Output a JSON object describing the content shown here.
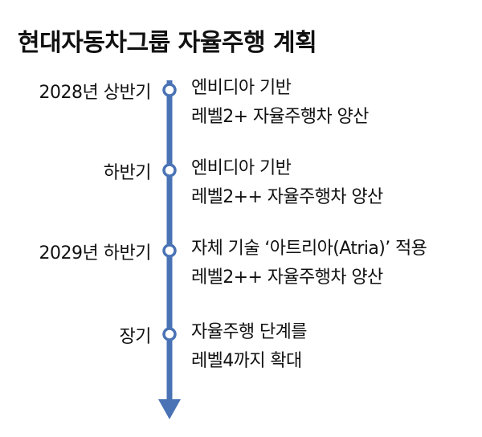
{
  "title": "현대자동차그룹 자율주행 계획",
  "colors": {
    "line": "#4a73b5",
    "dot_fill": "#ffffff",
    "text": "#111111"
  },
  "milestones": [
    {
      "when": "2028년 상반기",
      "lines": [
        "엔비디아 기반",
        "레벨2+ 자율주행차 양산"
      ]
    },
    {
      "when": "하반기",
      "lines": [
        "엔비디아 기반",
        "레벨2++ 자율주행차 양산"
      ]
    },
    {
      "when": "2029년 하반기",
      "lines": [
        "자체 기술 ‘아트리아(Atria)’ 적용",
        "레벨2++ 자율주행차 양산"
      ]
    },
    {
      "when": "장기",
      "lines": [
        "자율주행 단계를",
        "레벨4까지 확대"
      ]
    }
  ]
}
